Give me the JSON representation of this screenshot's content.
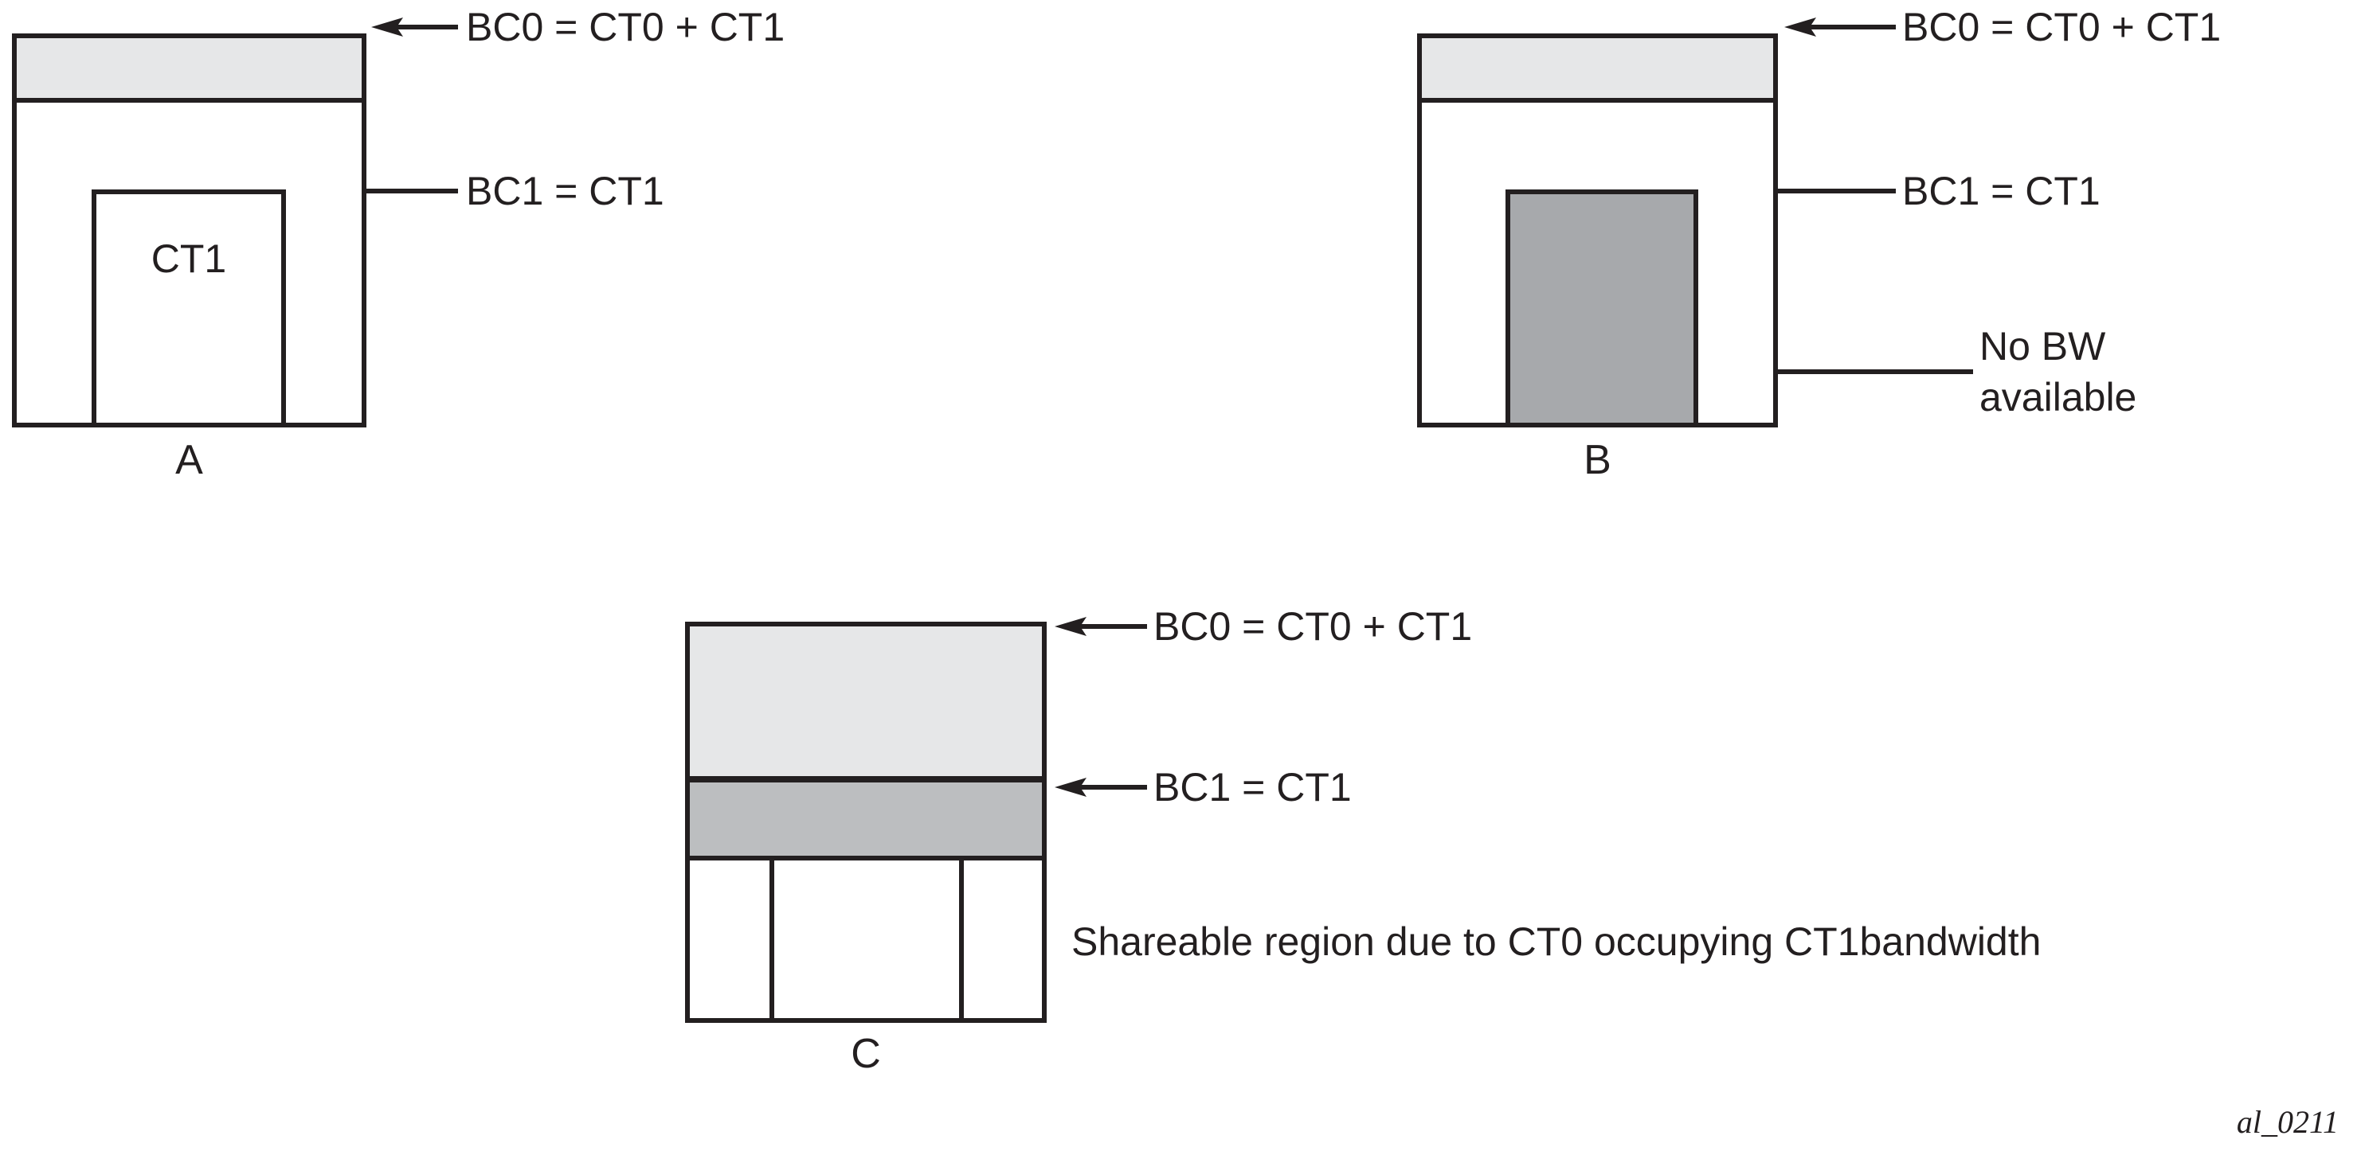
{
  "colors": {
    "ink": "#231f20",
    "light_gray_band": "#e6e7e8",
    "mid_gray_band": "#bcbec0",
    "dark_gray_fill": "#a7a9ac",
    "background": "#ffffff"
  },
  "diagrams": {
    "a": {
      "letter": "A",
      "ct1_label": "CT1",
      "bc0": "BC0 = CT0 + CT1",
      "bc1": "BC1 = CT1"
    },
    "b": {
      "letter": "B",
      "bc0": "BC0 = CT0 + CT1",
      "bc1": "BC1 = CT1",
      "no_bw": "No BW\navailable"
    },
    "c": {
      "letter": "C",
      "bc0": "BC0 = CT0 + CT1",
      "bc1": "BC1 = CT1",
      "note": "Shareable region due to CT0 occupying CT1bandwidth"
    }
  },
  "footer": {
    "figure_id": "al_0211"
  }
}
